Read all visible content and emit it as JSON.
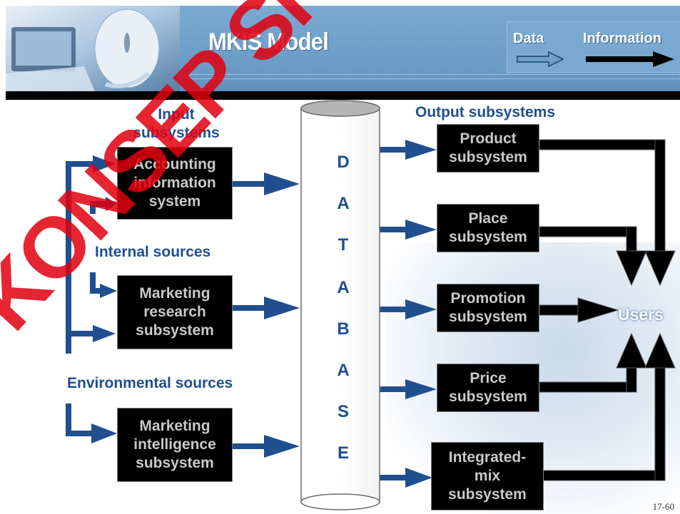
{
  "header": {
    "title": "MKIS Model",
    "legend": {
      "data_label": "Data",
      "information_label": "Information"
    }
  },
  "watermark_text": "KONSEP SI",
  "database": {
    "letters": [
      "D",
      "A",
      "T",
      "A",
      "B",
      "A",
      "S",
      "E"
    ]
  },
  "input": {
    "heading": "Input subsystems",
    "internal_sources": "Internal sources",
    "environmental_sources": "Environmental sources",
    "boxes": [
      {
        "lines": [
          "Accounting",
          "information",
          "system"
        ]
      },
      {
        "lines": [
          "Marketing",
          "research",
          "subsystem"
        ]
      },
      {
        "lines": [
          "Marketing",
          "intelligence",
          "subsystem"
        ]
      }
    ]
  },
  "output": {
    "heading": "Output subsystems",
    "boxes": [
      {
        "lines": [
          "Product",
          "subsystem"
        ]
      },
      {
        "lines": [
          "Place",
          "subsystem"
        ]
      },
      {
        "lines": [
          "Promotion",
          "subsystem"
        ]
      },
      {
        "lines": [
          "Price",
          "subsystem"
        ]
      },
      {
        "lines": [
          "Integrated-",
          "mix",
          "subsystem"
        ]
      }
    ]
  },
  "users_label": "Users",
  "page_number": "17-60",
  "colors": {
    "blue_arrow": "#1f4f8f",
    "label_blue": "#1f4f8f",
    "watermark_red": "#e2000f",
    "box_fill": "#000000",
    "box_text": "#c9c9c9"
  }
}
